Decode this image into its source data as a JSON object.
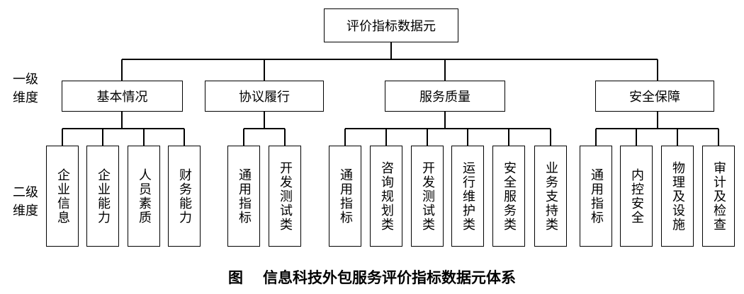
{
  "root": "评价指标数据元",
  "level1_label": [
    "一级",
    "维度"
  ],
  "level2_label": [
    "二级",
    "维度"
  ],
  "level1": [
    {
      "label": "基本情况",
      "children": [
        "企业信息",
        "企业能力",
        "人员素质",
        "财务能力"
      ]
    },
    {
      "label": "协议履行",
      "children": [
        "通用指标",
        "开发测试类"
      ]
    },
    {
      "label": "服务质量",
      "children": [
        "通用指标",
        "咨询规划类",
        "开发测试类",
        "运行维护类",
        "安全服务类",
        "业务支持类"
      ]
    },
    {
      "label": "安全保障",
      "children": [
        "通用指标",
        "内控安全",
        "物理及设施",
        "审计及检查"
      ]
    }
  ],
  "caption": {
    "fig": "图",
    "text": "信息科技外包服务评价指标数据元体系"
  }
}
